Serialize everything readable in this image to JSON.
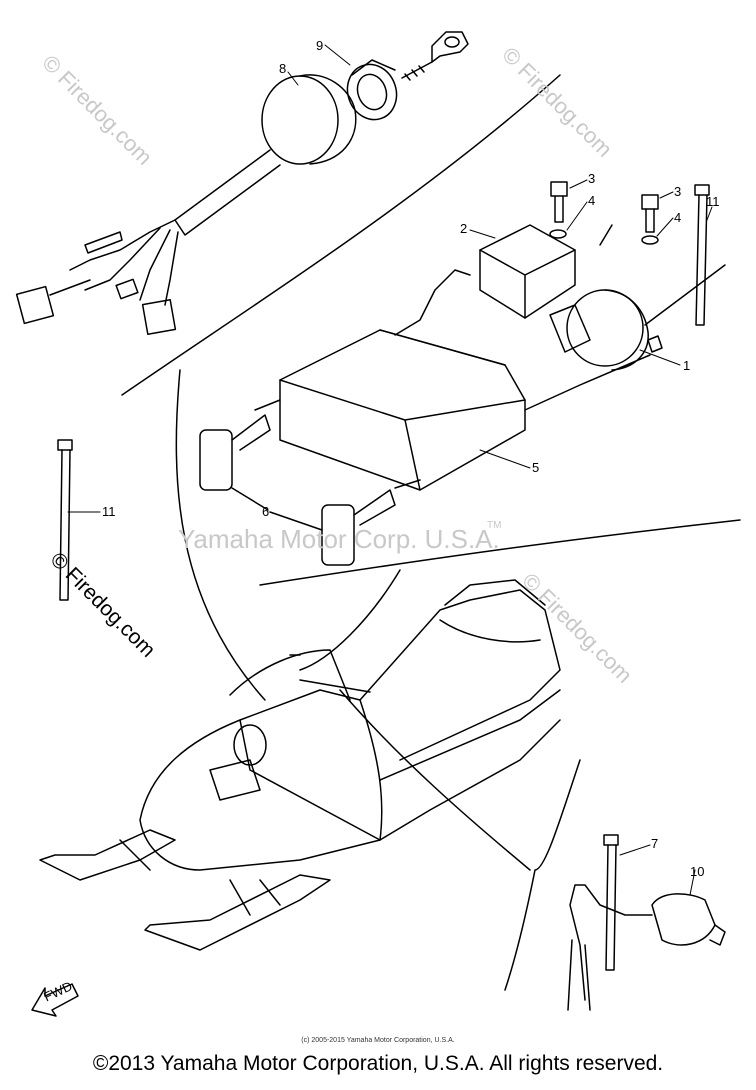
{
  "watermarks": {
    "site": "© Firedog.com",
    "center": "Yamaha Motor Corp. U.S.A.",
    "tm": "TM"
  },
  "callouts": {
    "c1": "1",
    "c2": "2",
    "c3a": "3",
    "c3b": "3",
    "c4a": "4",
    "c4b": "4",
    "c5": "5",
    "c6": "6",
    "c7": "7",
    "c8": "8",
    "c9": "9",
    "c10": "10",
    "c11a": "11",
    "c11b": "11"
  },
  "fwd_label": "FWD",
  "small_copyright": "(c) 2005-2015 Yamaha Motor Corporation, U.S.A.",
  "footer": "©2013 Yamaha Motor Corporation, U.S.A. All rights reserved.",
  "colors": {
    "line": "#000000",
    "watermark": "#c8c8c8"
  }
}
